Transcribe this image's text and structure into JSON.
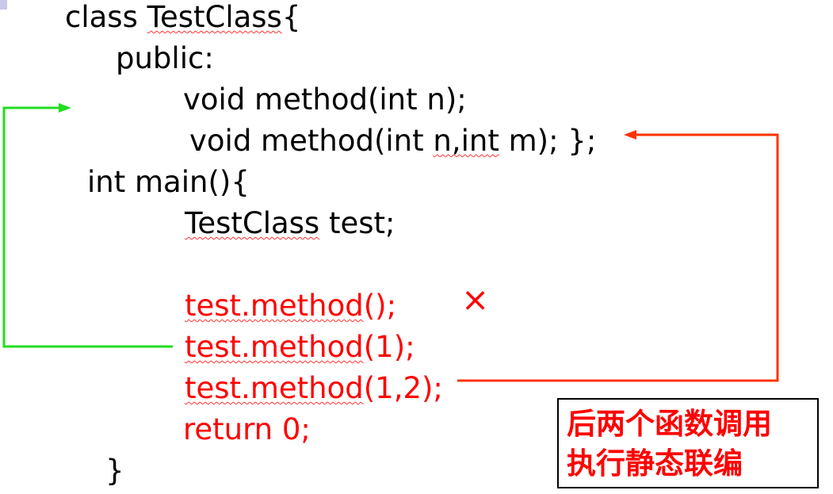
{
  "code": {
    "l1_class": "class ",
    "l1_name": "TestClass",
    "l1_brace": "{",
    "l2": "public:",
    "l3": "void method(int n);",
    "l4_a": "void method(int ",
    "l4_b": "n,int",
    "l4_c": " m); };",
    "l5": "int main(){",
    "l6_a": "TestClass",
    "l6_b": " test;",
    "l7_a": "test.method",
    "l7_b": "();",
    "l8_a": "test.method",
    "l8_b": "(1);",
    "l9_a": "test.method",
    "l9_b": "(1,2);",
    "l10": "return 0;",
    "l11": "}"
  },
  "error_mark": "×",
  "note": {
    "line1": "后两个函数调用",
    "line2": "执行静态联编"
  },
  "colors": {
    "green_arrow": "#22dd22",
    "orange_arrow": "#ff3300",
    "red_text": "#ff0000"
  }
}
